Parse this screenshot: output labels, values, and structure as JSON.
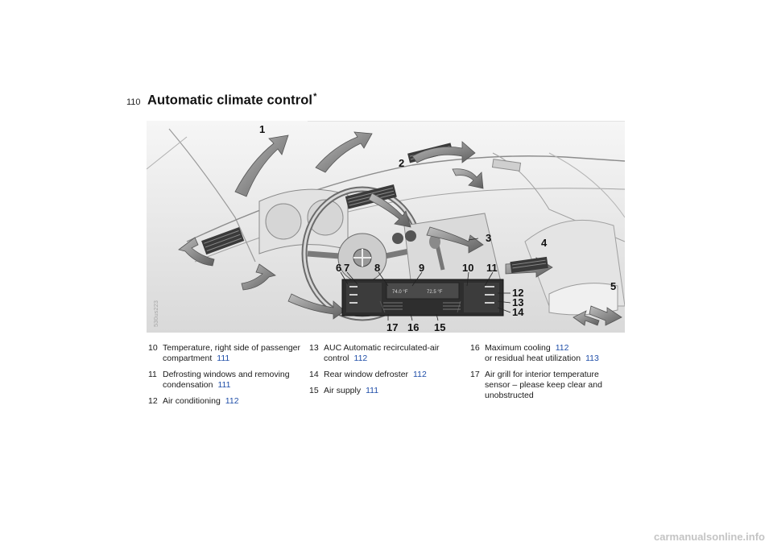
{
  "page_number": "110",
  "title": "Automatic climate control",
  "title_mark": "*",
  "illustration": {
    "image_code": "530us223",
    "callouts": [
      "1",
      "2",
      "3",
      "4",
      "5",
      "6",
      "7",
      "8",
      "9",
      "10",
      "11",
      "12",
      "13",
      "14",
      "15",
      "16",
      "17"
    ],
    "display_left": "74.0 °F",
    "display_right": "72.5 °F"
  },
  "legend": {
    "col1": [
      {
        "num": "10",
        "text": "Temperature, right side of passenger compartment",
        "page": "111"
      },
      {
        "num": "11",
        "text": "Defrosting windows and removing condensation",
        "page": "111"
      },
      {
        "num": "12",
        "text": "Air conditioning",
        "page": "112"
      }
    ],
    "col2": [
      {
        "num": "13",
        "text": "AUC Automatic recirculated-air control",
        "page": "112"
      },
      {
        "num": "14",
        "text": "Rear window defroster",
        "page": "112"
      },
      {
        "num": "15",
        "text": "Air supply",
        "page": "111"
      }
    ],
    "col3": [
      {
        "num": "16",
        "text": "Maximum cooling",
        "page": "112",
        "text2": "or residual heat utilization",
        "page2": "113"
      },
      {
        "num": "17",
        "text": "Air grill for interior temperature sensor – please keep clear and unobstructed",
        "page": ""
      }
    ]
  },
  "footer": "carmanualsonline.info",
  "colors": {
    "accent_link": "#1f4ea8",
    "illustration_bg": "#ececec"
  }
}
